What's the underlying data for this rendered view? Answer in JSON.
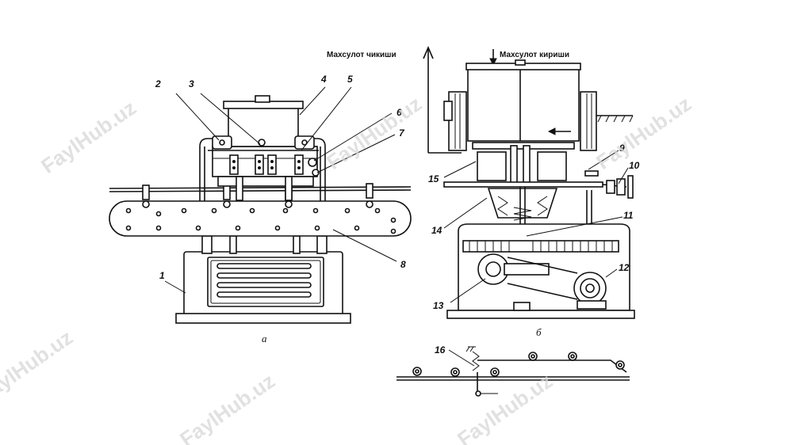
{
  "captions": {
    "output": "Махсулот чикиши",
    "input": "Махсулот кириши"
  },
  "subfigures": {
    "a": "а",
    "b": "б"
  },
  "labels": {
    "l1": "1",
    "l2": "2",
    "l3": "3",
    "l4": "4",
    "l5": "5",
    "l6": "6",
    "l7": "7",
    "l8": "8",
    "l9": "9",
    "l10": "10",
    "l11": "11",
    "l12": "12",
    "l13": "13",
    "l14": "14",
    "l15": "15",
    "l16": "16"
  },
  "watermark": "FaylHub.uz"
}
